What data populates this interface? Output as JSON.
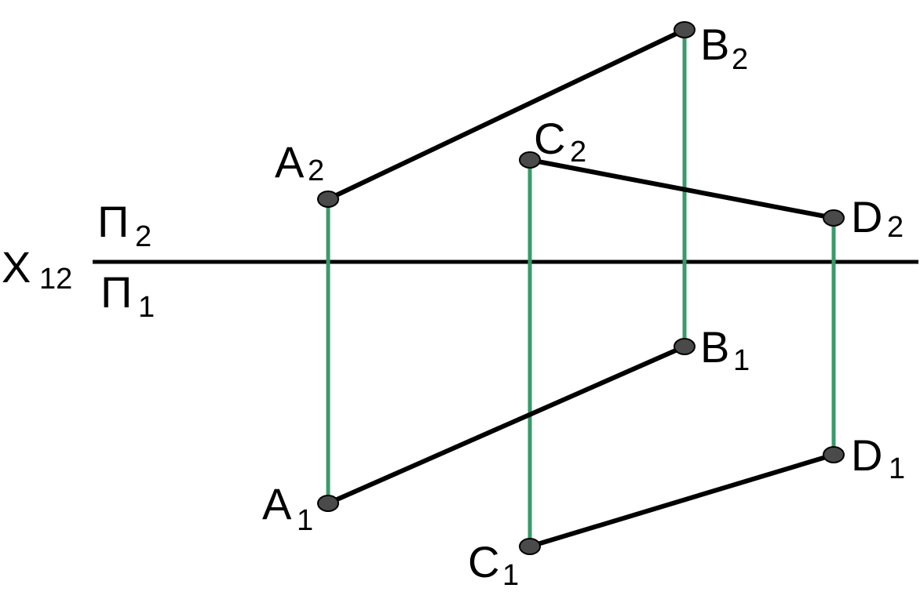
{
  "axis": {
    "letter": "X",
    "subscript": "12"
  },
  "planes": {
    "upper": {
      "letter": "Π",
      "subscript": "2"
    },
    "lower": {
      "letter": "Π",
      "subscript": "1"
    }
  },
  "points": {
    "A2": {
      "letter": "A",
      "subscript": "2"
    },
    "B2": {
      "letter": "B",
      "subscript": "2"
    },
    "C2": {
      "letter": "C",
      "subscript": "2"
    },
    "D2": {
      "letter": "D",
      "subscript": "2"
    },
    "A1": {
      "letter": "A",
      "subscript": "1"
    },
    "B1": {
      "letter": "B",
      "subscript": "1"
    },
    "C1": {
      "letter": "C",
      "subscript": "1"
    },
    "D1": {
      "letter": "D",
      "subscript": "1"
    }
  },
  "colors": {
    "segment": "#000000",
    "projection_line": "#3a9a6a",
    "point_fill": "#4a4a4a",
    "background": "#ffffff"
  }
}
